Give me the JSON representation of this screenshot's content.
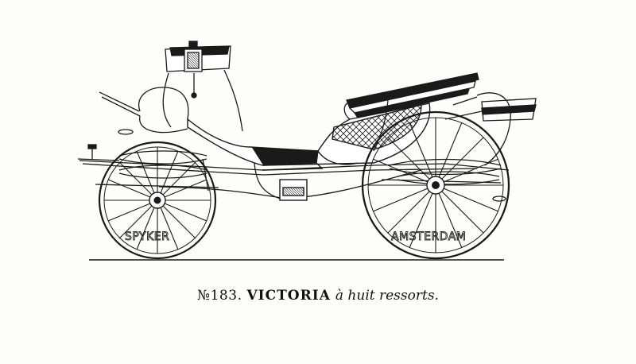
{
  "plate": {
    "number_label": "№183.",
    "title": "VICTORIA",
    "subtitle": "à huit ressorts."
  },
  "wheels": {
    "front_lettering": "SPYKER",
    "rear_lettering": "AMSTERDAM"
  },
  "colors": {
    "ink": "#1a1a1a",
    "paper": "#fdfdfc"
  }
}
